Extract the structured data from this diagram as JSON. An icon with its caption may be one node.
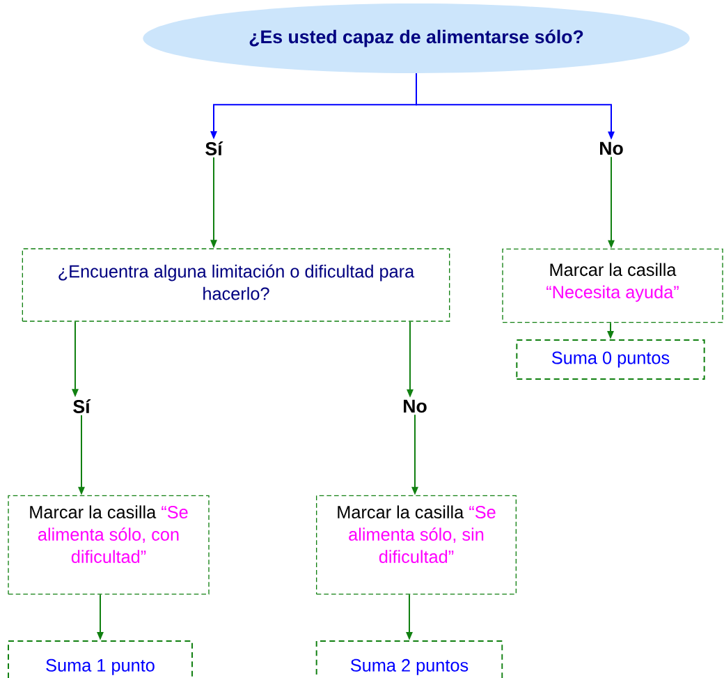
{
  "diagram": {
    "nodes": [
      {
        "text": [
          "¿Es usted capaz de alimentarse sólo?"
        ]
      },
      {
        "text": [
          "Sí"
        ]
      },
      {
        "text": [
          "No"
        ]
      },
      {
        "text": [
          "¿Encuentra alguna limitación o dificultad para hacerlo?"
        ]
      },
      {
        "text": [
          "Marcar la casilla",
          "“Necesita ayuda”"
        ]
      },
      {
        "text": [
          "Suma 0 puntos"
        ]
      },
      {
        "text": [
          "Sí"
        ]
      },
      {
        "text": [
          "No"
        ]
      },
      {
        "text": [
          "Marcar la casilla",
          "“Se alimenta sólo, con dificultad”"
        ]
      },
      {
        "text": [
          "Marcar la casilla",
          "“Se alimenta sólo, sin dificultad”"
        ]
      },
      {
        "text": [
          "Suma 1 punto"
        ]
      },
      {
        "text": [
          "Suma 2 puntos"
        ]
      }
    ],
    "edges": [
      {
        "from": 0,
        "to": 1,
        "arrow": "to",
        "color": "#0000ff"
      },
      {
        "from": 0,
        "to": 2,
        "arrow": "to",
        "color": "#0000ff"
      },
      {
        "from": 1,
        "to": 3,
        "arrow": "to"
      },
      {
        "from": 2,
        "to": 4,
        "arrow": "to"
      },
      {
        "from": 4,
        "to": 5,
        "arrow": "to"
      },
      {
        "from": 3,
        "to": 6,
        "arrow": "to"
      },
      {
        "from": 3,
        "to": 7,
        "arrow": "to"
      },
      {
        "from": 6,
        "to": 8,
        "arrow": "to"
      },
      {
        "from": 7,
        "to": 9,
        "arrow": "to"
      },
      {
        "from": 8,
        "to": 10,
        "arrow": "to"
      },
      {
        "from": 9,
        "to": 11,
        "arrow": "to"
      }
    ]
  }
}
